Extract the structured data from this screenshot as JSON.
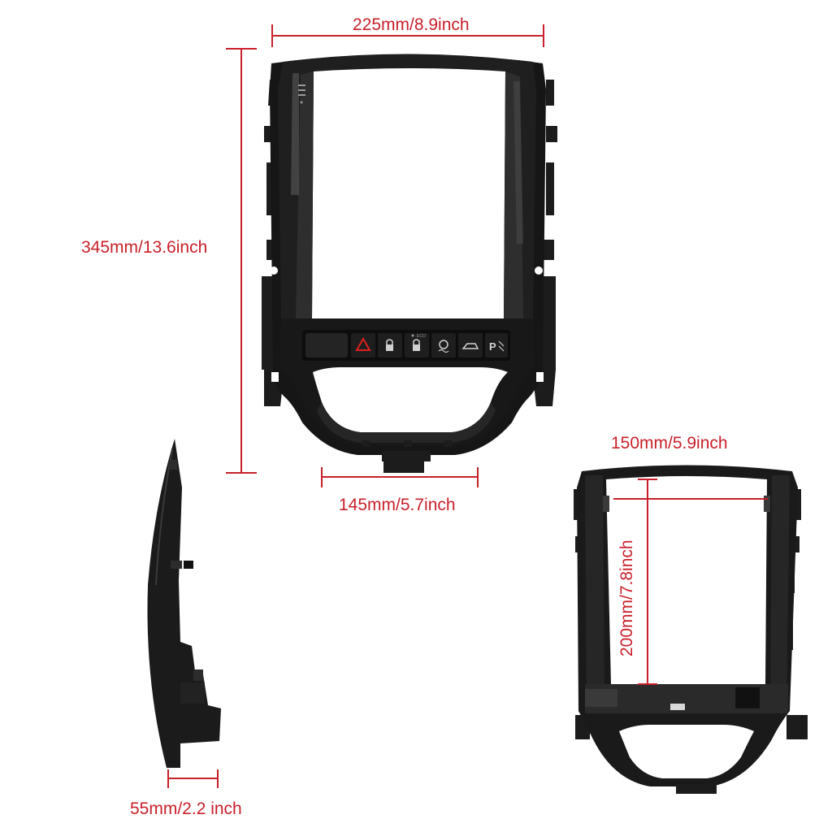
{
  "dimension_color": "#c8202a",
  "frame_color": "#141414",
  "dimensions": {
    "top_width": "225mm/8.9inch",
    "height": "345mm/13.6inch",
    "bottom_width": "145mm/5.7inch",
    "back_width": "150mm/5.9inch",
    "screen_height": "200mm/7.8inch",
    "depth": "55mm/2.2 inch"
  },
  "button_strip": {
    "eco_label": "ECO",
    "icons": [
      "hazard-icon",
      "lock-icon",
      "lock-icon",
      "traction-icon",
      "trunk-icon",
      "parking-icon"
    ]
  }
}
